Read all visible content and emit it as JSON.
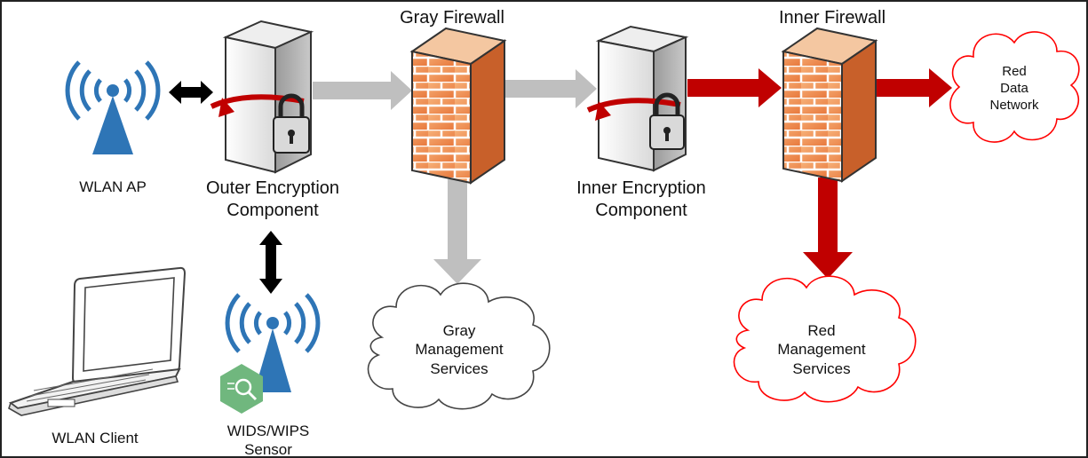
{
  "labels": {
    "gray_firewall": "Gray Firewall",
    "inner_firewall": "Inner Firewall",
    "wlan_ap": "WLAN AP",
    "outer_encryption": [
      "Outer Encryption",
      "Component"
    ],
    "inner_encryption": [
      "Inner Encryption",
      "Component"
    ],
    "red_data_network": [
      "Red",
      "Data",
      "Network"
    ],
    "gray_management": [
      "Gray",
      "Management",
      "Services"
    ],
    "red_management": [
      "Red",
      "Management",
      "Services"
    ],
    "wlan_client": "WLAN Client",
    "wids_wips": [
      "WIDS/WIPS",
      "Sensor"
    ]
  },
  "colors": {
    "gray_flow": "#bfbfbf",
    "red_flow": "#c00000",
    "black_link": "#000000",
    "red_cloud": "#ff0000",
    "gray_cloud": "#555555",
    "antenna": "#2e75b6",
    "wids_hex": "#70b77e"
  },
  "icons": {
    "wlan_ap": "wireless-access-point-icon",
    "encryptor": "server-with-lock-icon",
    "firewall": "brick-firewall-icon",
    "cloud": "cloud-icon",
    "laptop": "laptop-icon",
    "sensor": "wids-sensor-icon"
  }
}
